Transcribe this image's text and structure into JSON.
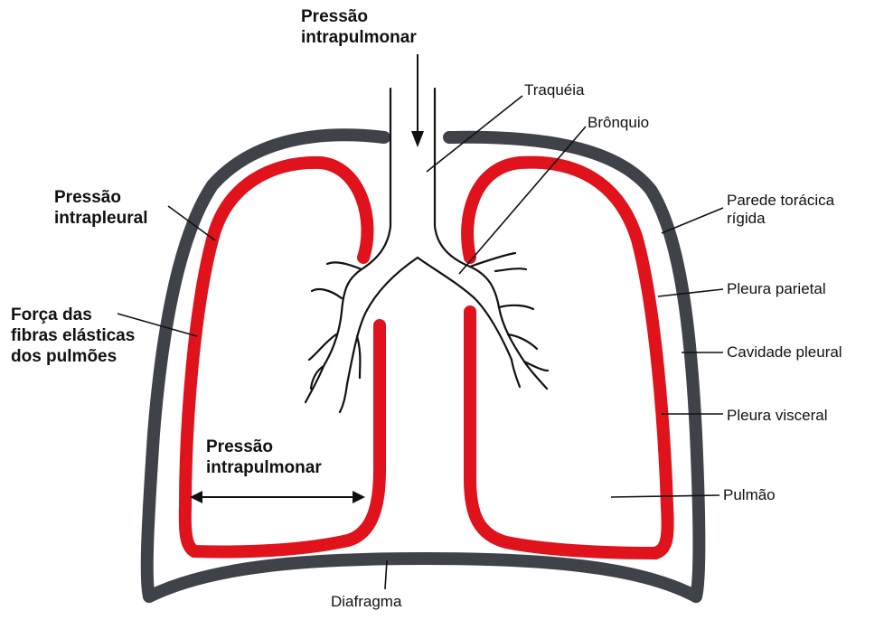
{
  "labels": {
    "top_pressure_line1": "Pressão",
    "top_pressure_line2": "intrapulmonar",
    "trachea": "Traquéia",
    "bronchus": "Brônquio",
    "intrapleural_line1": "Pressão",
    "intrapleural_line2": "intrapleural",
    "elastic_line1": "Força das",
    "elastic_line2": "fibras elásticas",
    "elastic_line3": "dos pulmões",
    "chest_wall_line1": "Parede torácica",
    "chest_wall_line2": "rígida",
    "parietal_pleura": "Pleura parietal",
    "pleural_cavity": "Cavidade pleural",
    "visceral_pleura": "Pleura visceral",
    "lung": "Pulmão",
    "inner_pressure_line1": "Pressão",
    "inner_pressure_line2": "intrapulmonar",
    "diaphragm": "Diafragma"
  },
  "colors": {
    "chest_wall": "#3f4249",
    "pleura_red": "#e0121c",
    "line": "#111111"
  }
}
